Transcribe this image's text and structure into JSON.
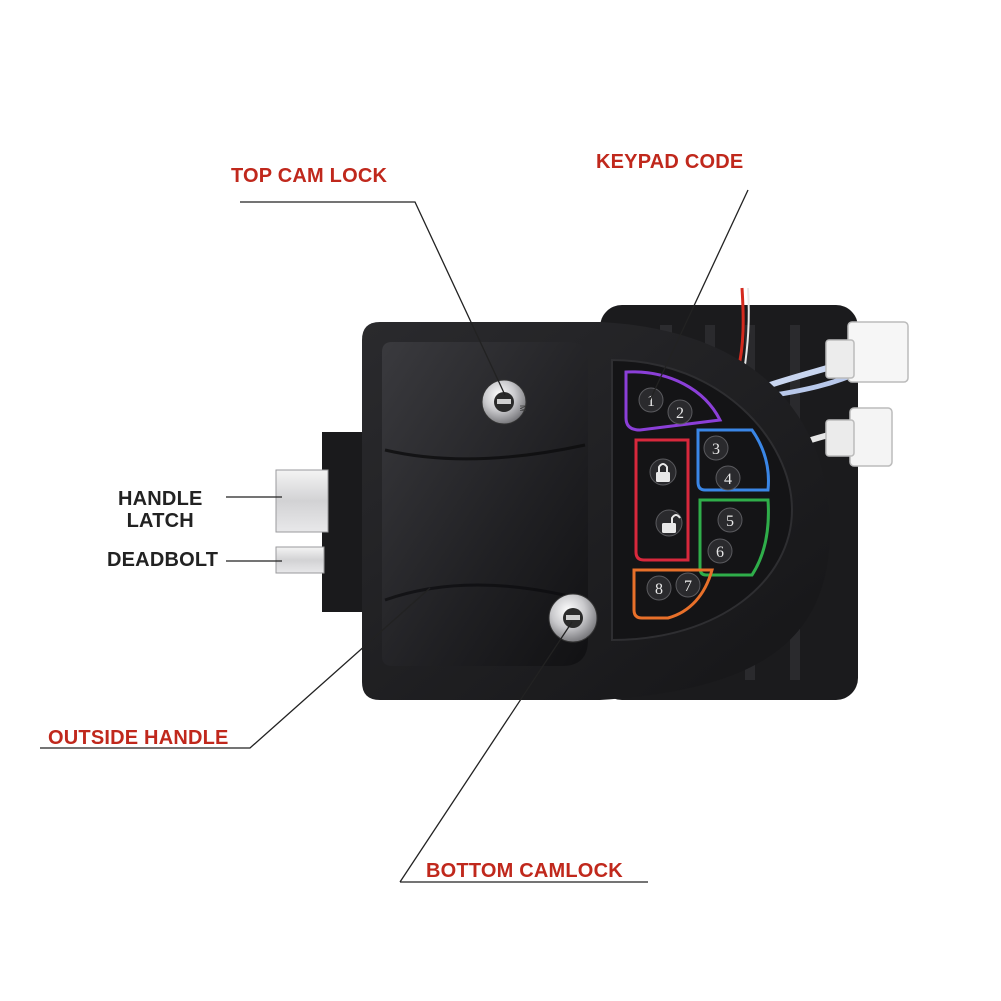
{
  "labels": {
    "top_cam_lock": "TOP CAM LOCK",
    "keypad_code": "KEYPAD CODE",
    "handle_latch_line1": "HANDLE",
    "handle_latch_line2": "LATCH",
    "deadbolt": "DEADBOLT",
    "outside_handle": "OUTSIDE HANDLE",
    "bottom_camlock": "BOTTOM CAMLOCK"
  },
  "keypad": {
    "keys": [
      "1",
      "2",
      "3",
      "4",
      "5",
      "6",
      "7",
      "8"
    ]
  },
  "lock_marks": {
    "top_key_mark": "M"
  },
  "colors": {
    "label_red": "#c0281c",
    "label_dark": "#222222",
    "lock_body": "#1c1c1e",
    "key_ring_purple": "#8b3fd8",
    "key_ring_blue": "#3a86e6",
    "key_ring_red": "#d8283c",
    "key_ring_green": "#2fae4a",
    "key_ring_orange": "#e8702a",
    "wire_red": "#d42a1e"
  }
}
